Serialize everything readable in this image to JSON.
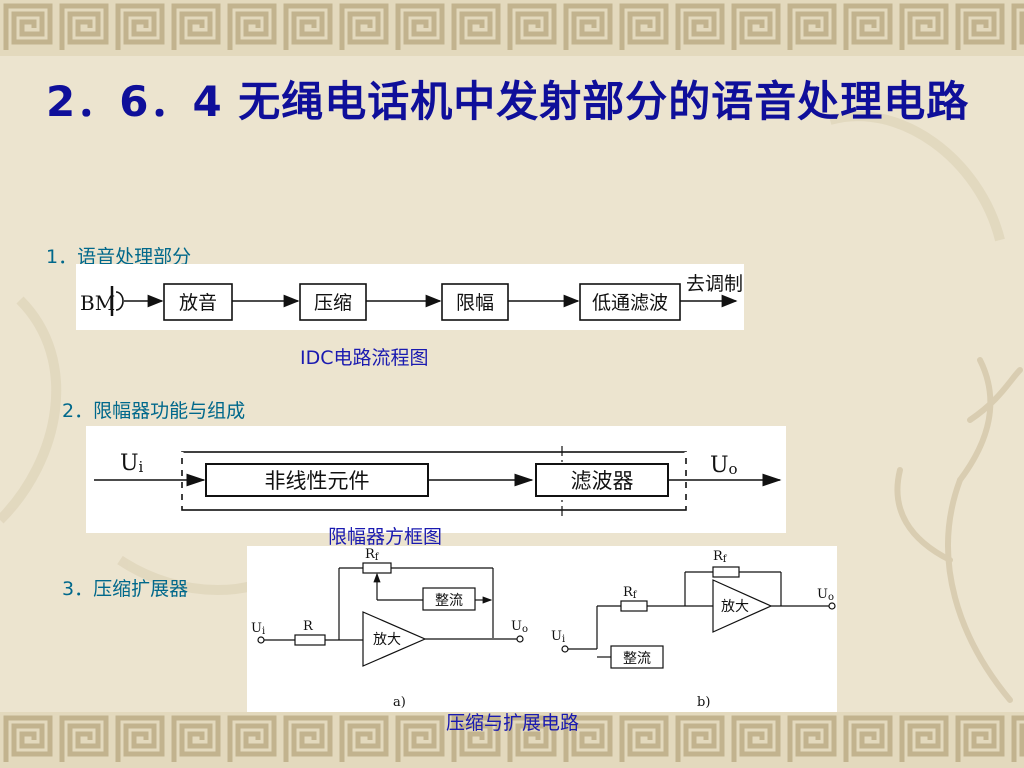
{
  "title": "2．6．4 无绳电话机中发射部分的语音处理电路",
  "section1": {
    "heading": "1．语音处理部分",
    "diagram": {
      "mic_label": "BM",
      "blocks": [
        "放音",
        "压缩",
        "限幅",
        "低通滤波"
      ],
      "output_label": "去调制"
    },
    "caption": "IDC电路流程图"
  },
  "section2": {
    "heading": "2．限幅器功能与组成",
    "diagram": {
      "input_label": "U",
      "input_sub": "i",
      "blocks": [
        "非线性元件",
        "滤波器"
      ],
      "output_label": "U",
      "output_sub": "o"
    },
    "caption": "限幅器方框图"
  },
  "section3": {
    "heading": "3．压缩扩展器",
    "circuit_a": {
      "rf_label": "R",
      "rf_sub": "f",
      "rectifier": "整流",
      "amp": "放大",
      "input_label": "U",
      "input_sub": "i",
      "r_label": "R",
      "output_label": "U",
      "output_sub": "o",
      "tag": "a)"
    },
    "circuit_b": {
      "rf_top_label": "R",
      "rf_top_sub": "f",
      "rf_label": "R",
      "rf_sub": "f",
      "amp": "放大",
      "rectifier": "整流",
      "input_label": "U",
      "input_sub": "i",
      "output_label": "U",
      "output_sub": "o",
      "tag": "b)"
    },
    "caption": "压缩与扩展电路"
  },
  "colors": {
    "title": "#0f0f9a",
    "heading": "#00688b",
    "caption": "#1a1ab0",
    "background": "#ece4cf",
    "border_pattern": "#c9bd9c"
  }
}
